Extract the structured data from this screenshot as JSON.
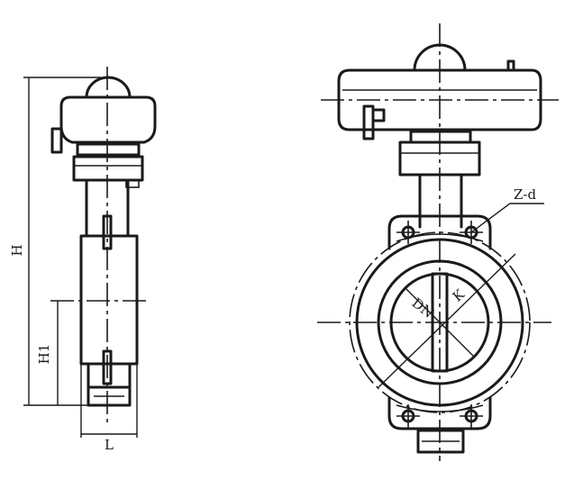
{
  "labels": {
    "height": "H",
    "height1": "H1",
    "length": "L",
    "bolt_spec": "Z-d",
    "nominal_diameter": "DN",
    "bolt_circle": "K"
  }
}
